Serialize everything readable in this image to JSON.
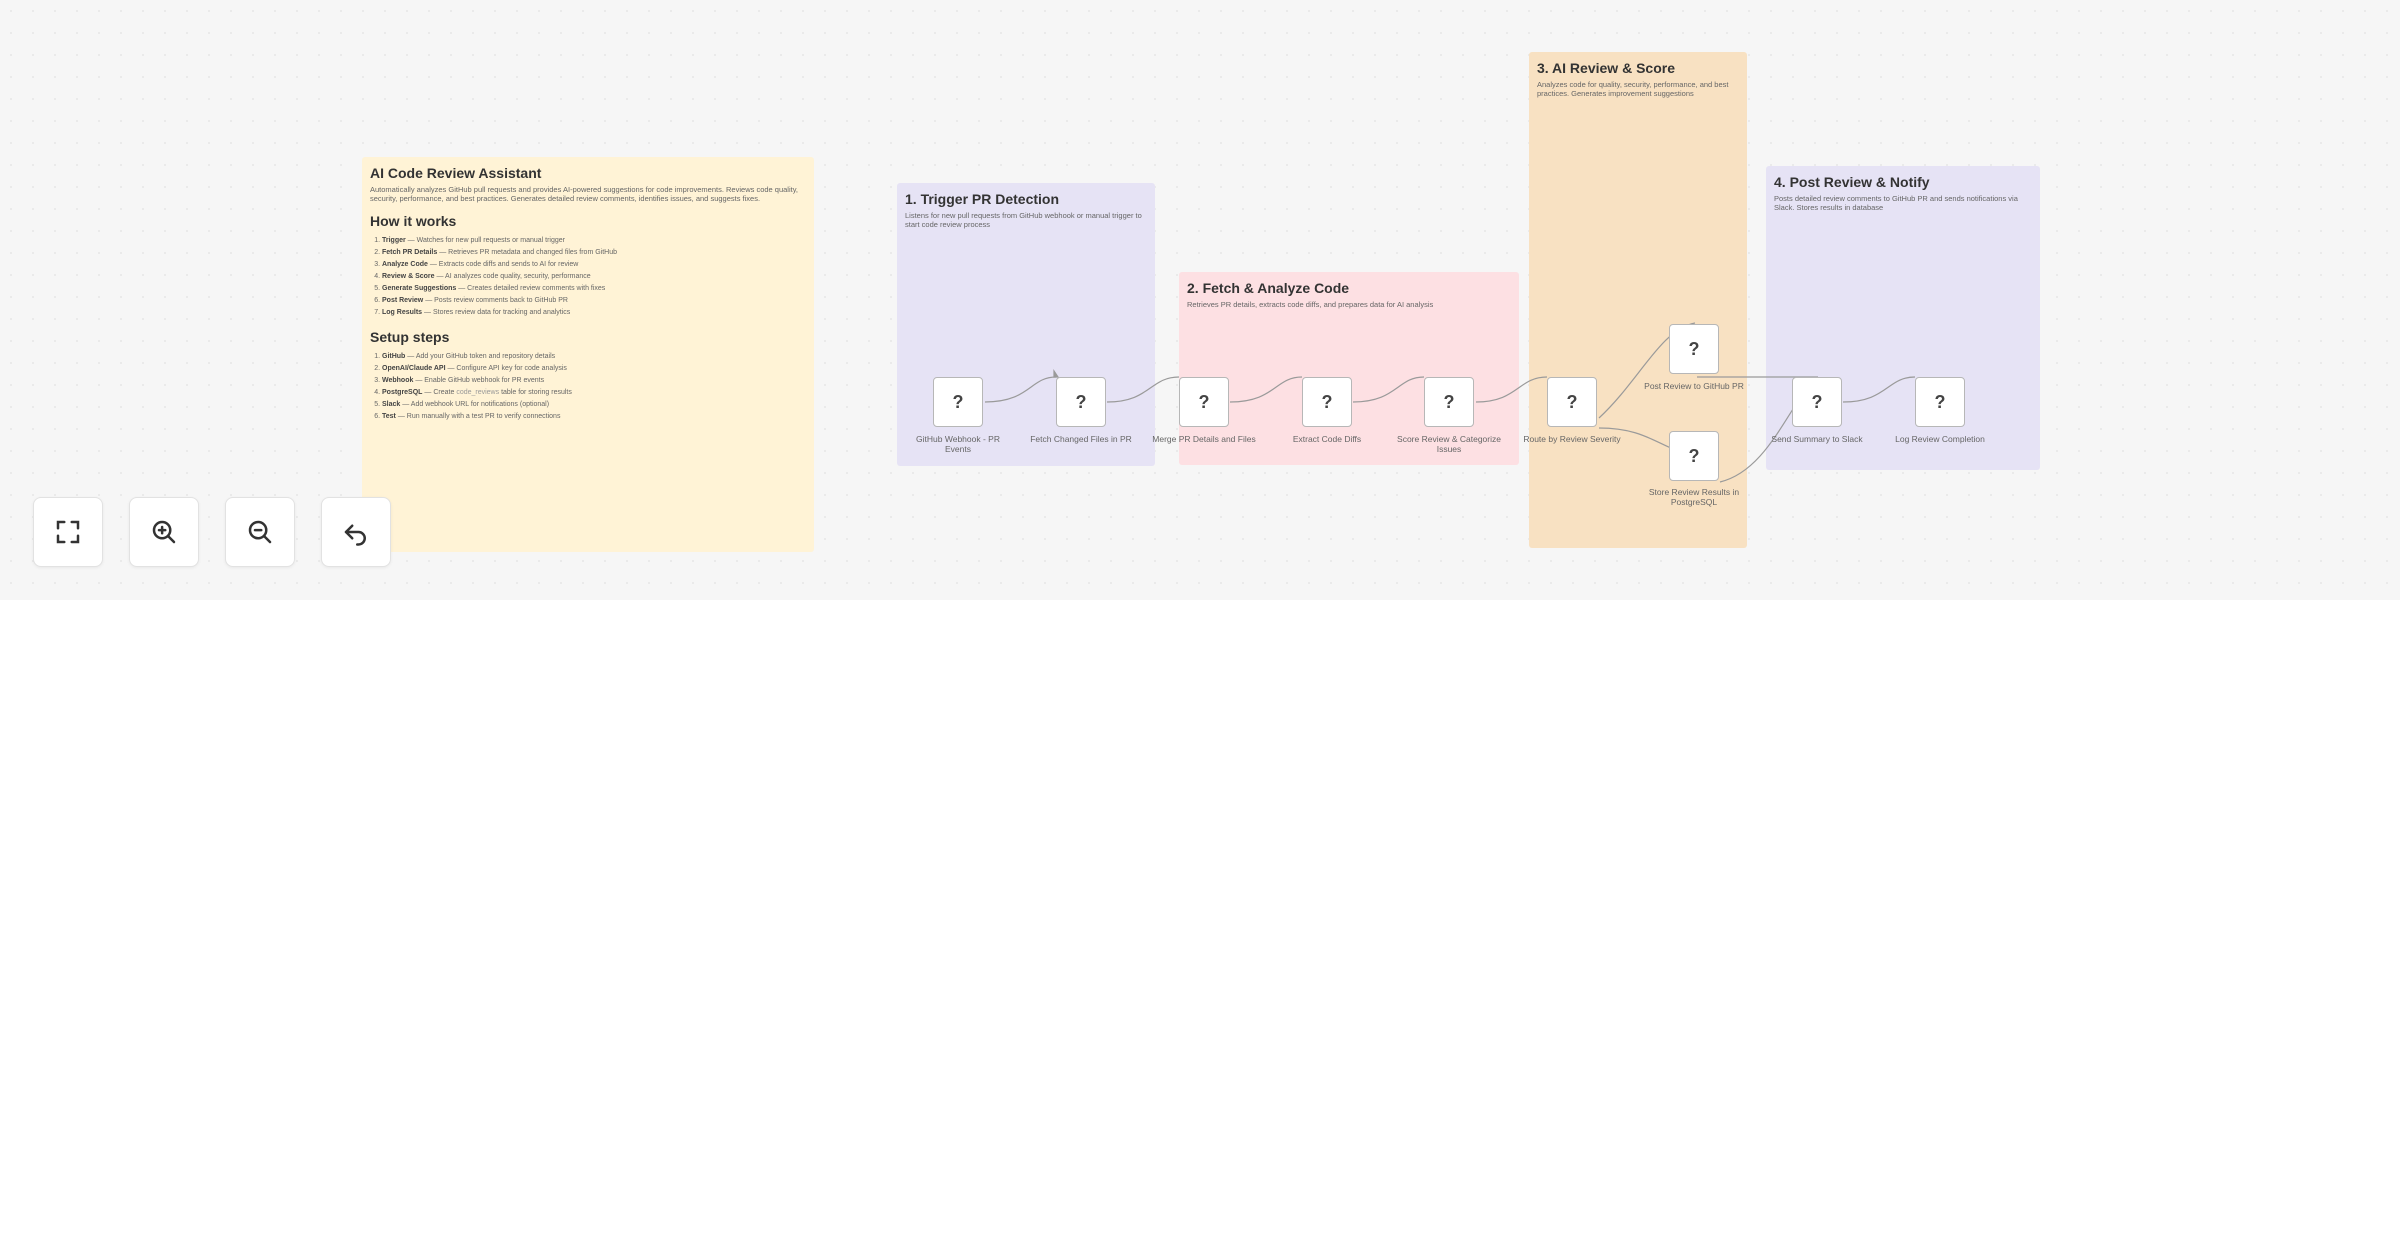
{
  "main_note": {
    "title": "AI Code Review Assistant",
    "description": "Automatically analyzes GitHub pull requests and provides AI-powered suggestions for code improvements. Reviews code quality, security, performance, and best practices. Generates detailed review comments, identifies issues, and suggests fixes.",
    "how_heading": "How it works",
    "how_steps": [
      {
        "bold": "Trigger",
        "text": " — Watches for new pull requests or manual trigger"
      },
      {
        "bold": "Fetch PR Details",
        "text": " — Retrieves PR metadata and changed files from GitHub"
      },
      {
        "bold": "Analyze Code",
        "text": " — Extracts code diffs and sends to AI for review"
      },
      {
        "bold": "Review & Score",
        "text": " — AI analyzes code quality, security, performance"
      },
      {
        "bold": "Generate Suggestions",
        "text": " — Creates detailed review comments with fixes"
      },
      {
        "bold": "Post Review",
        "text": " — Posts review comments back to GitHub PR"
      },
      {
        "bold": "Log Results",
        "text": " — Stores review data for tracking and analytics"
      }
    ],
    "setup_heading": "Setup steps",
    "setup_steps": [
      {
        "bold": "GitHub",
        "text": " — Add your GitHub token and repository details"
      },
      {
        "bold": "OpenAI/Claude API",
        "text": " — Configure API key for code analysis"
      },
      {
        "bold": "Webhook",
        "text": " — Enable GitHub webhook for PR events"
      },
      {
        "bold": "PostgreSQL",
        "text": " — Create ",
        "code": "code_reviews",
        "after": " table for storing results"
      },
      {
        "bold": "Slack",
        "text": " — Add webhook URL for notifications (optional)"
      },
      {
        "bold": "Test",
        "text": " — Run manually with a test PR to verify connections"
      }
    ]
  },
  "sections": [
    {
      "title": "1. Trigger PR Detection",
      "description": "Listens for new pull requests from GitHub webhook or manual trigger to start code review process"
    },
    {
      "title": "2. Fetch & Analyze Code",
      "description": "Retrieves PR details, extracts code diffs, and prepares data for AI analysis"
    },
    {
      "title": "3. AI Review & Score",
      "description": "Analyzes code for quality, security, performance, and best practices. Generates improvement suggestions"
    },
    {
      "title": "4. Post Review & Notify",
      "description": "Posts detailed review comments to GitHub PR and sends notifications via Slack. Stores results in database"
    }
  ],
  "nodes": [
    {
      "icon": "?",
      "label": "GitHub Webhook - PR Events"
    },
    {
      "icon": "?",
      "label": "Fetch Changed Files in PR"
    },
    {
      "icon": "?",
      "label": "Merge PR Details and Files"
    },
    {
      "icon": "?",
      "label": "Extract Code Diffs"
    },
    {
      "icon": "?",
      "label": "Score Review & Categorize Issues"
    },
    {
      "icon": "?",
      "label": "Route by Review Severity"
    },
    {
      "icon": "?",
      "label": "Post Review to GitHub PR"
    },
    {
      "icon": "?",
      "label": "Store Review Results in PostgreSQL"
    },
    {
      "icon": "?",
      "label": "Send Summary to Slack"
    },
    {
      "icon": "?",
      "label": "Log Review Completion"
    }
  ],
  "controls": [
    {
      "icon": "fit-view-icon"
    },
    {
      "icon": "zoom-in-icon"
    },
    {
      "icon": "zoom-out-icon"
    },
    {
      "icon": "undo-icon"
    }
  ]
}
